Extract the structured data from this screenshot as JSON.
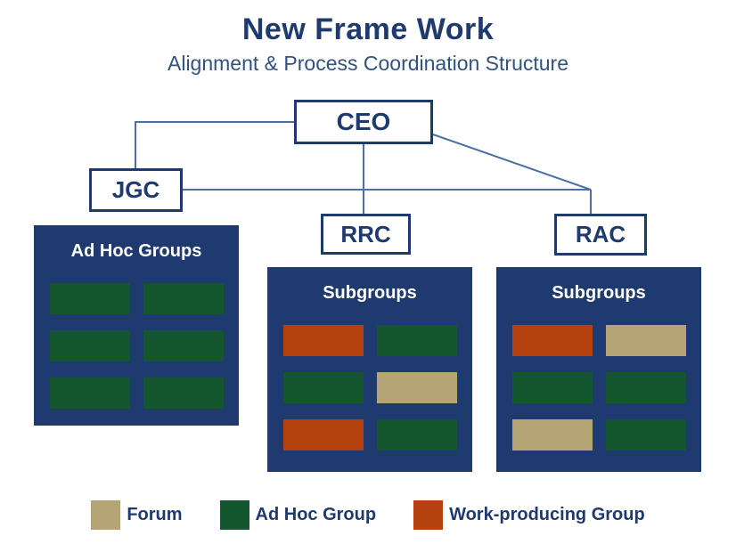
{
  "title": "New Frame Work",
  "subtitle": "Alignment & Process Coordination Structure",
  "colors": {
    "navy": "#1e3a6e",
    "line": "#4a6fa5",
    "green": "#14572f",
    "red": "#b5410f",
    "tan": "#b5a474",
    "subtitle": "#31517e"
  },
  "nodes": {
    "ceo": "CEO",
    "jgc": "JGC",
    "rrc": "RRC",
    "rac": "RAC"
  },
  "panels": [
    {
      "id": "ad-hoc-groups",
      "title": "Ad Hoc Groups",
      "blocks": [
        "green",
        "green",
        "green",
        "green",
        "green",
        "green"
      ]
    },
    {
      "id": "rrc-subgroups",
      "title": "Subgroups",
      "blocks": [
        "red",
        "green",
        "green",
        "tan",
        "red",
        "green"
      ]
    },
    {
      "id": "rac-subgroups",
      "title": "Subgroups",
      "blocks": [
        "red",
        "tan",
        "green",
        "green",
        "tan",
        "green"
      ]
    }
  ],
  "legend": [
    {
      "label": "Forum",
      "color": "tan"
    },
    {
      "label": "Ad Hoc Group",
      "color": "green"
    },
    {
      "label": "Work-producing Group",
      "color": "red"
    }
  ]
}
